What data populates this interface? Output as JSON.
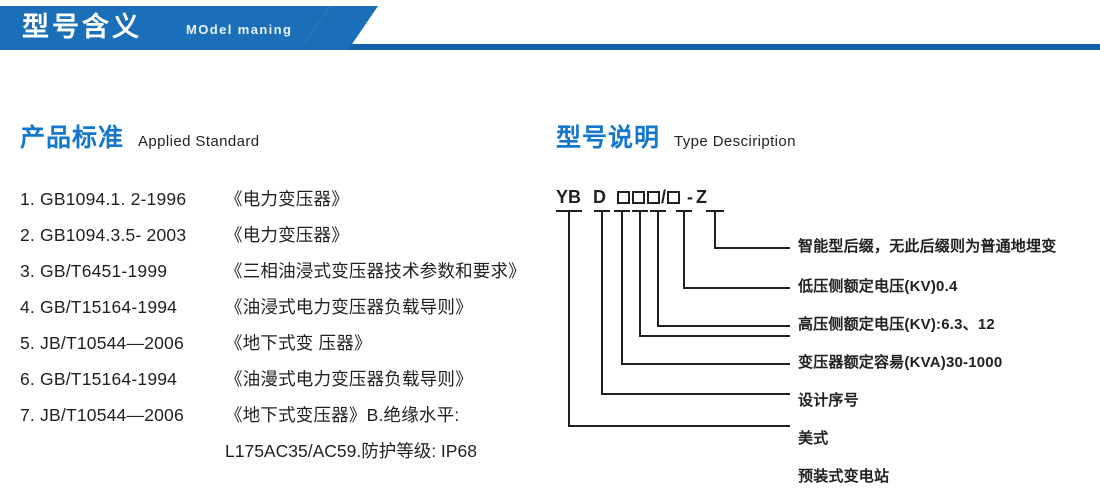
{
  "banner": {
    "title": "型号含义",
    "subtitle": "MOdel maning",
    "color": "#1a6fb8"
  },
  "sections": {
    "standard": {
      "cn": "产品标准",
      "en": "Applied Standard",
      "accent": "#1577cc"
    },
    "type": {
      "cn": "型号说明",
      "en": "Type Desciription",
      "accent": "#1577cc"
    }
  },
  "standards": [
    {
      "code": "1. GB1094.1. 2-1996",
      "name": "《电力变压器》"
    },
    {
      "code": "2. GB1094.3.5- 2003",
      "name": "《电力变压器》"
    },
    {
      "code": "3. GB/T6451-1999",
      "name": "《三相油浸式变压器技术参数和要求》"
    },
    {
      "code": "4. GB/T15164-1994",
      "name": "《油浸式电力变压器负载导则》"
    },
    {
      "code": "5. JB/T10544—2006",
      "name": "《地下式变 压器》"
    },
    {
      "code": "6. GB/T15164-1994",
      "name": "《油漫式电力变压器负载导则》"
    },
    {
      "code": "7. JB/T10544—2006",
      "name": "《地下式变压器》B.绝缘水平:"
    }
  ],
  "standards_continuation": "L175AC35/AC59.防护等级: IP68",
  "type_code": {
    "tokens": [
      "YB",
      "D",
      "box",
      "box",
      "box",
      "/",
      "box",
      "-",
      "Z"
    ],
    "text": "YB D □□□/□ - Z"
  },
  "type_labels": [
    "智能型后缀，无此后缀则为普通地埋变",
    "低压侧额定电压(KV)0.4",
    "高压侧额定电压(KV):6.3、12",
    "变压器额定容昜(KVA)30-1000",
    "设计序号",
    "美式",
    "预装式变电站"
  ]
}
